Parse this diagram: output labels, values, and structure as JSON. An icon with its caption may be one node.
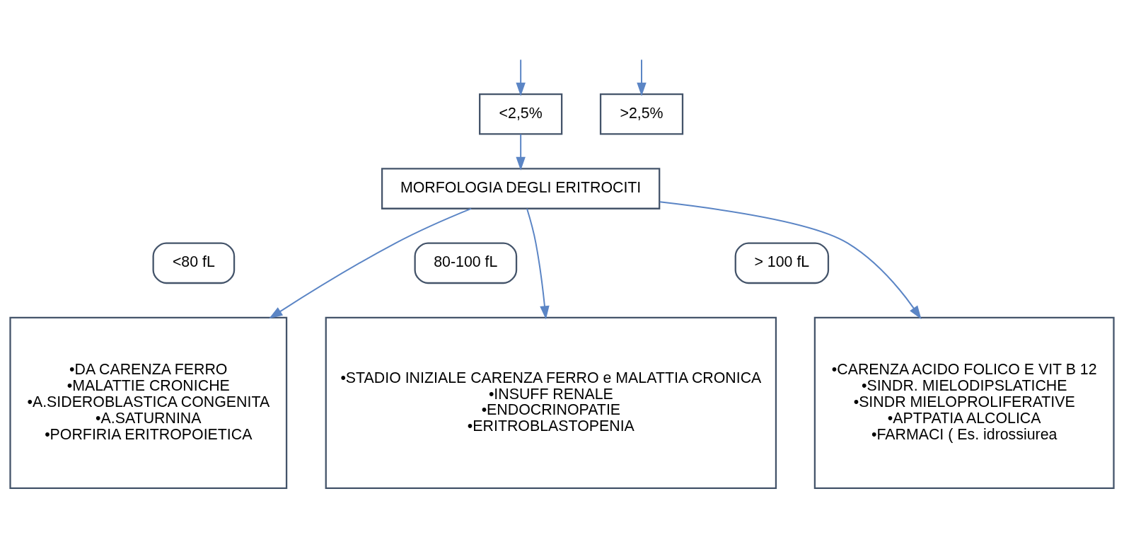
{
  "diagram": {
    "nodes": [
      {
        "text": [
          "<2,5%"
        ]
      },
      {
        "text": [
          ">2,5%"
        ]
      },
      {
        "text": [
          "MORFOLOGIA DEGLI ERITROCITI"
        ]
      },
      {
        "text": [
          "<80 fL"
        ]
      },
      {
        "text": [
          "80-100 fL"
        ]
      },
      {
        "text": [
          "> 100 fL"
        ]
      },
      {
        "text": [
          "•DA CARENZA FERRO",
          "•MALATTIE CRONICHE",
          "•A.SIDEROBLASTICA CONGENITA",
          "•A.SATURNINA",
          "•PORFIRIA ERITROPOIETICA"
        ]
      },
      {
        "text": [
          "•STADIO INIZIALE CARENZA FERRO e MALATTIA CRONICA",
          "•INSUFF RENALE",
          "•ENDOCRINOPATIE",
          "•ERITROBLASTOPENIA"
        ]
      },
      {
        "text": [
          "•CARENZA ACIDO FOLICO E VIT B 12",
          "•SINDR. MIELODIPSLATICHE",
          "•SINDR MIELOPROLIFERATIVE",
          "•APTPATIA ALCOLICA",
          "•FARMACI ( Es. idrossiurea"
        ]
      }
    ],
    "edges": [
      {
        "from": null,
        "to": 0,
        "arrow": "to"
      },
      {
        "from": null,
        "to": 1,
        "arrow": "to"
      },
      {
        "from": 0,
        "to": 2,
        "arrow": "to"
      },
      {
        "from": 2,
        "to": 6,
        "arrow": "to"
      },
      {
        "from": 2,
        "to": 7,
        "arrow": "to"
      },
      {
        "from": 2,
        "to": 8,
        "arrow": "to"
      }
    ]
  }
}
